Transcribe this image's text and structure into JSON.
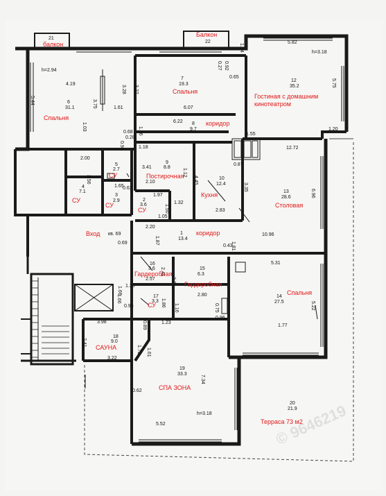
{
  "plan": {
    "watermark": "© 9646219",
    "rooms": [
      {
        "id": "balcony-21",
        "num": "21",
        "area": "",
        "name": "балкон"
      },
      {
        "id": "balcony-22",
        "num": "",
        "area": "22",
        "name": "Балкон"
      },
      {
        "id": "bedroom-6",
        "num": "6",
        "area": "31.1",
        "name": "Спальня"
      },
      {
        "id": "bedroom-7",
        "num": "7",
        "area": "19.3",
        "name": "Спальня"
      },
      {
        "id": "living-12",
        "num": "12",
        "area": "35.2",
        "name": "Гостиная с домашним кинотеатром"
      },
      {
        "id": "corridor-8",
        "num": "8",
        "area": "9.7",
        "name": "коридор"
      },
      {
        "id": "su-5",
        "num": "5",
        "area": "2.7",
        "name": "СУ"
      },
      {
        "id": "su-4",
        "num": "4",
        "area": "7.1",
        "name": "СУ"
      },
      {
        "id": "su-3",
        "num": "3",
        "area": "2.9",
        "name": "СУ"
      },
      {
        "id": "laundry-9",
        "num": "9",
        "area": "8.8",
        "name": "Постирочная"
      },
      {
        "id": "kitchen-10",
        "num": "10",
        "area": "12.4",
        "name": "Кухня"
      },
      {
        "id": "dining-13",
        "num": "13",
        "area": "28.6",
        "name": "Столовая"
      },
      {
        "id": "su-2",
        "num": "2",
        "area": "3.6",
        "name": "СУ"
      },
      {
        "id": "corridor-1",
        "num": "1",
        "area": "13.4",
        "name": "коридор"
      },
      {
        "id": "wardrobe-16",
        "num": "16",
        "area": "3.6",
        "name": "Гардеробная"
      },
      {
        "id": "wardrobe-15",
        "num": "15",
        "area": "6.3",
        "name": "Гардеробная"
      },
      {
        "id": "bedroom-14",
        "num": "14",
        "area": "27.5",
        "name": "Спальня"
      },
      {
        "id": "su-17",
        "num": "17",
        "area": "3.3",
        "name": "СУ"
      },
      {
        "id": "sauna-18",
        "num": "18",
        "area": "9.0",
        "name": "САУНА"
      },
      {
        "id": "spa-19",
        "num": "19",
        "area": "33.3",
        "name": "СПА ЗОНА"
      },
      {
        "id": "terrace-20",
        "num": "20",
        "area": "21.9",
        "name": "Терраса 73 м2"
      }
    ],
    "entrance": {
      "label": "Вход",
      "note": "кв. 69"
    },
    "ceilings": [
      "h=2.94",
      "h=3.18",
      "h=3.18"
    ],
    "dims": [
      "5.82",
      "5.44",
      "4.19",
      "3.75",
      "3.28",
      "3.27",
      "1.61",
      "6.07",
      "6.22",
      "1.03",
      "0.65",
      "0.27",
      "0.92",
      "5.75",
      "1.14",
      "1.20",
      "1.55",
      "0.68",
      "1.56",
      "0.94",
      "0.28",
      "1.18",
      "2.00",
      "3.41",
      "2.10",
      "1.12",
      "4.45",
      "3.35",
      "12.72",
      "0.87",
      "6.96",
      "1.65",
      "3.56",
      "0.63",
      "1.97",
      "1.32",
      "2.83",
      "1.05",
      "1.50",
      "2.20",
      "1.87",
      "0.69",
      "10.96",
      "1.81",
      "0.43",
      "5.31",
      "2.41",
      "2.24",
      "1.25",
      "2.57",
      "2.80",
      "1.66",
      "0.96",
      "1.86",
      "1.16",
      "0.75",
      "0.96",
      "5.22",
      "1.77",
      "3.98",
      "0.89",
      "1.23",
      "2.41",
      "1.72",
      "3.22",
      "1.61",
      "0.62",
      "7.34",
      "5.52",
      "1.66"
    ]
  }
}
